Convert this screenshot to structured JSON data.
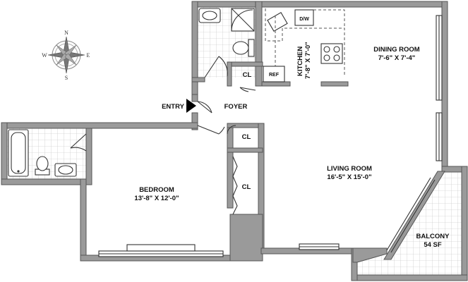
{
  "rooms": {
    "dining": {
      "name": "DINING ROOM",
      "dims": "7'-6\" X 7'-4\""
    },
    "kitchen": {
      "name": "KITCHEN",
      "dims": "7'-8\" X 7'-0\""
    },
    "living": {
      "name": "LIVING ROOM",
      "dims": "16'-5\" X 15'-0\""
    },
    "bedroom": {
      "name": "BEDROOM",
      "dims": "13'-8\" X 12'-0\""
    },
    "balcony": {
      "name": "BALCONY",
      "dims": "54 SF"
    },
    "foyer": {
      "name": "FOYER"
    },
    "entry": {
      "name": "ENTRY"
    }
  },
  "closets": {
    "foyer_closet": "CL",
    "bedroom_closet_small": "CL",
    "bedroom_closet_large": "CL"
  },
  "appliances": {
    "refrigerator": "REF",
    "dishwasher": "D/W"
  },
  "compass": {
    "n": "N",
    "s": "S",
    "e": "E",
    "w": "W"
  },
  "colors": {
    "wall": "#9a9a9a",
    "line": "#333333",
    "background": "#ffffff"
  }
}
